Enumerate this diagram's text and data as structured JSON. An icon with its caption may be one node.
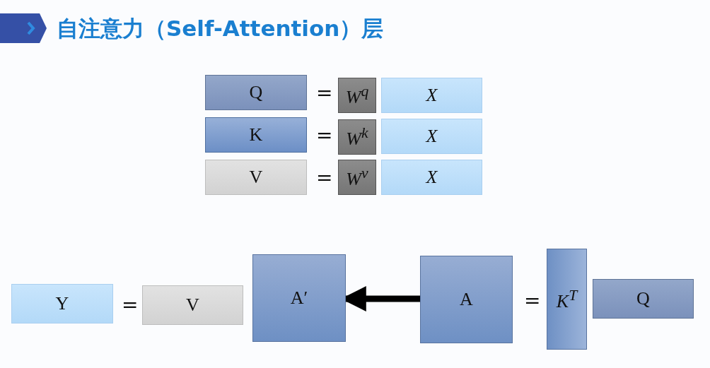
{
  "diagram": {
    "title": "自注意力（Self-Attention）层",
    "nodes": [
      {
        "text": [
          "Q"
        ]
      },
      {
        "text": [
          "K"
        ]
      },
      {
        "text": [
          "V"
        ]
      },
      {
        "text": [
          "W$^{q}$"
        ]
      },
      {
        "text": [
          "X"
        ]
      },
      {
        "text": [
          "W$^{k}$"
        ]
      },
      {
        "text": [
          "X"
        ]
      },
      {
        "text": [
          "W$^{v}$"
        ]
      },
      {
        "text": [
          "X"
        ]
      },
      {
        "text": [
          "Y"
        ]
      },
      {
        "text": [
          "V"
        ]
      },
      {
        "text": [
          "A′"
        ]
      },
      {
        "text": [
          "A"
        ]
      },
      {
        "text": [
          "K$^{T}$"
        ]
      },
      {
        "text": [
          "Q"
        ]
      }
    ],
    "edges": [
      {
        "from": 12,
        "to": 11,
        "arrow": "to"
      }
    ],
    "labels": [
      "=",
      "=",
      "=",
      "=",
      "="
    ]
  }
}
